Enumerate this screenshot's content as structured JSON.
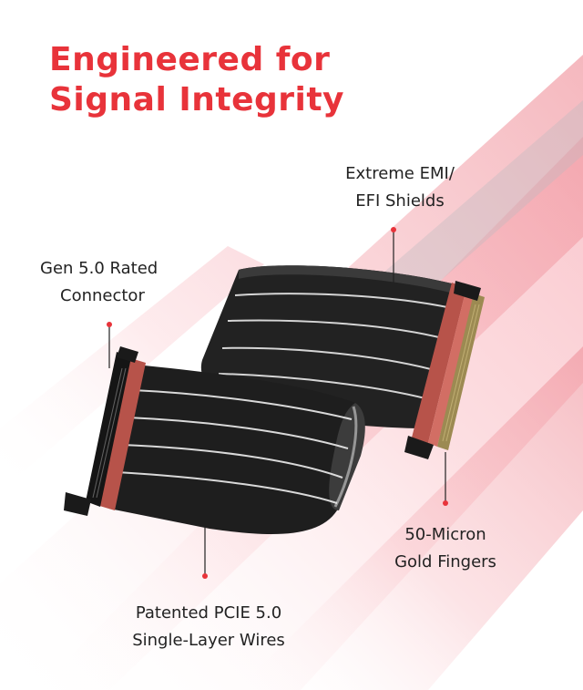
{
  "headline": {
    "line1": "Engineered for",
    "line2": "Signal Integrity"
  },
  "callouts": {
    "emi": {
      "line1": "Extreme EMI/",
      "line2": "EFI Shields"
    },
    "connector": {
      "line1": "Gen 5.0 Rated",
      "line2": "Connector"
    },
    "gold": {
      "line1": "50-Micron",
      "line2": "Gold Fingers"
    },
    "wires": {
      "line1": "Patented PCIE 5.0",
      "line2": "Single-Layer Wires"
    }
  },
  "colors": {
    "accent": "#e8333a",
    "text": "#222222",
    "cable": "#1e1e1e",
    "connector_red": "#b7534a",
    "gold_fingers": "#9c8a52"
  }
}
